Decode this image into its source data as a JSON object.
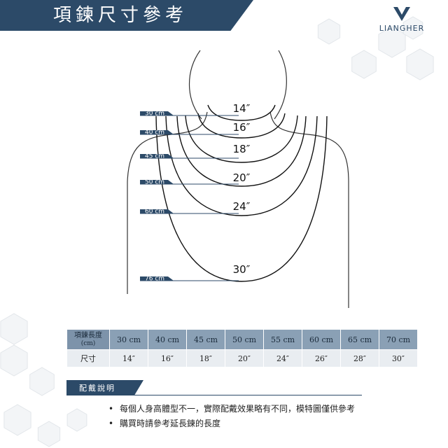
{
  "header": {
    "title": "項鍊尺寸參考"
  },
  "brand": {
    "name": "LIANGHER"
  },
  "colors": {
    "navy": "#2c4a68",
    "table_header": "#8aa0b5",
    "table_row": "#e9edf1"
  },
  "diagram": {
    "necklaces": [
      {
        "cm": "30 cm",
        "inch": "14″"
      },
      {
        "cm": "40 cm",
        "inch": "16″"
      },
      {
        "cm": "45 cm",
        "inch": "18″"
      },
      {
        "cm": "50 cm",
        "inch": "20″"
      },
      {
        "cm": "60 cm",
        "inch": "24″"
      },
      {
        "cm": "76 cm",
        "inch": "30″"
      }
    ]
  },
  "table": {
    "header_label_line1": "項鍊長度",
    "header_label_line2": "(cm)",
    "row_label": "尺寸",
    "columns": [
      {
        "cm": "30 cm",
        "inch": "14″"
      },
      {
        "cm": "40 cm",
        "inch": "16″"
      },
      {
        "cm": "45 cm",
        "inch": "18″"
      },
      {
        "cm": "50 cm",
        "inch": "20″"
      },
      {
        "cm": "55 cm",
        "inch": "24″"
      },
      {
        "cm": "60 cm",
        "inch": "26″"
      },
      {
        "cm": "65 cm",
        "inch": "28″"
      },
      {
        "cm": "70 cm",
        "inch": "30″"
      }
    ]
  },
  "notes": {
    "title": "配戴說明",
    "items": [
      "每個人身高體型不一，實際配戴效果略有不同，模特圖僅供參考",
      "購買時請參考延長鍊的長度"
    ]
  }
}
